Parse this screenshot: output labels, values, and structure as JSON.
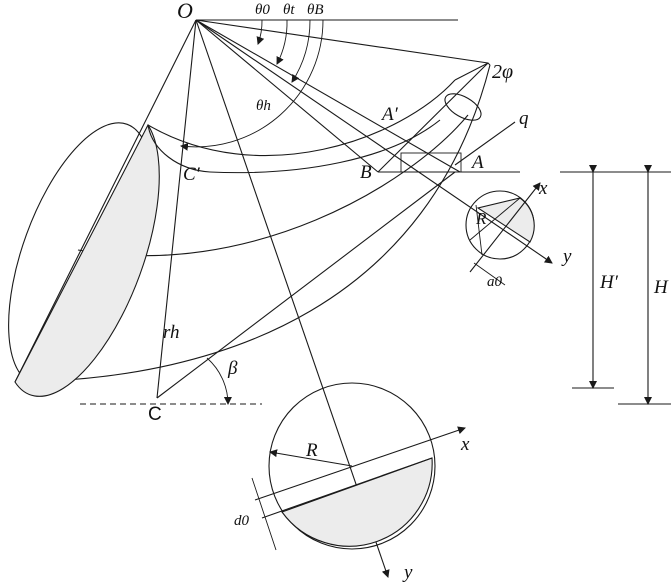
{
  "labels": {
    "origin": "O",
    "theta_0": "θ0",
    "theta_t": "θt",
    "theta_B": "θB",
    "theta_h": "θh",
    "two_phi": "2φ",
    "A_prime": "A′",
    "q": "q",
    "A": "A",
    "B": "B",
    "C_prime": "C′",
    "x_small": "x",
    "y_small": "y",
    "R_small": "R",
    "a0": "a0",
    "H_prime": "H′",
    "H": "H",
    "r_h": "rh",
    "beta": "β",
    "C": "C",
    "R_large": "R",
    "x_large": "x",
    "y_large": "y",
    "d0": "d0"
  }
}
